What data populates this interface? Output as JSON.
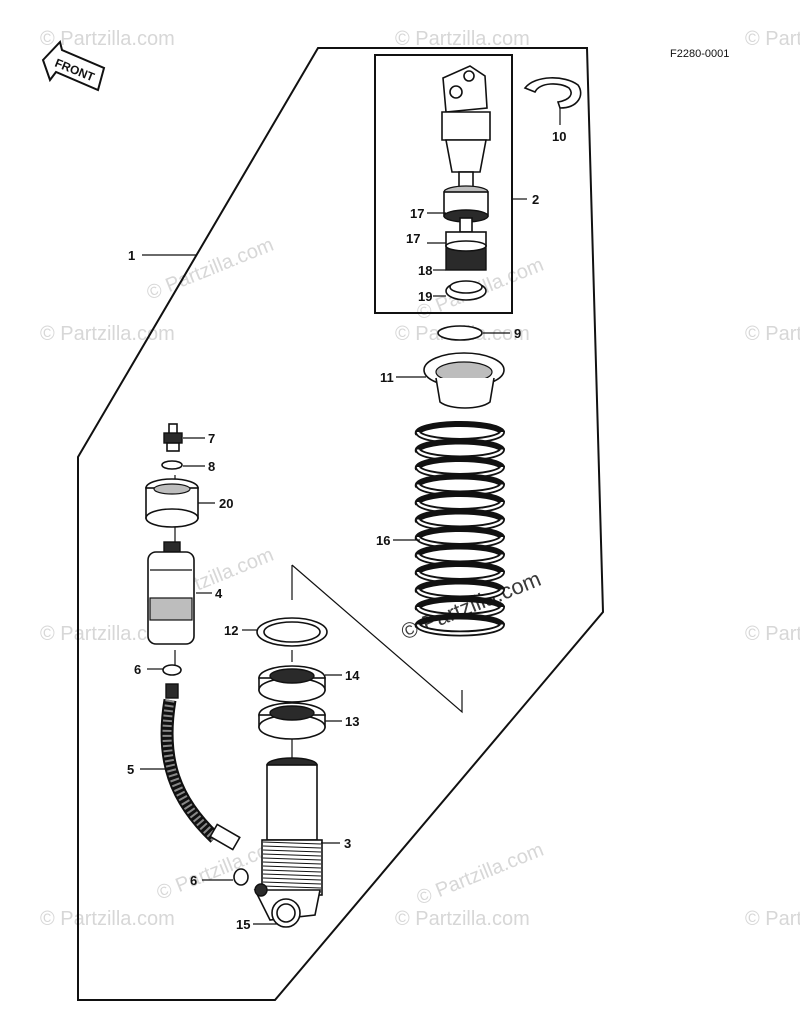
{
  "diagram": {
    "code": "F2280-0001",
    "front_label": "FRONT",
    "watermark_text": "© Partzilla.com",
    "watermark_short": "© Partzilla.com",
    "callouts": [
      {
        "id": "1",
        "label": "1"
      },
      {
        "id": "2",
        "label": "2"
      },
      {
        "id": "3",
        "label": "3"
      },
      {
        "id": "4",
        "label": "4"
      },
      {
        "id": "5",
        "label": "5"
      },
      {
        "id": "6a",
        "label": "6"
      },
      {
        "id": "6b",
        "label": "6"
      },
      {
        "id": "7",
        "label": "7"
      },
      {
        "id": "8",
        "label": "8"
      },
      {
        "id": "9",
        "label": "9"
      },
      {
        "id": "10",
        "label": "10"
      },
      {
        "id": "11",
        "label": "11"
      },
      {
        "id": "12",
        "label": "12"
      },
      {
        "id": "13",
        "label": "13"
      },
      {
        "id": "14",
        "label": "14"
      },
      {
        "id": "15",
        "label": "15"
      },
      {
        "id": "16",
        "label": "16"
      },
      {
        "id": "17a",
        "label": "17"
      },
      {
        "id": "17b",
        "label": "17"
      },
      {
        "id": "18",
        "label": "18"
      },
      {
        "id": "19",
        "label": "19"
      },
      {
        "id": "20",
        "label": "20"
      }
    ]
  }
}
